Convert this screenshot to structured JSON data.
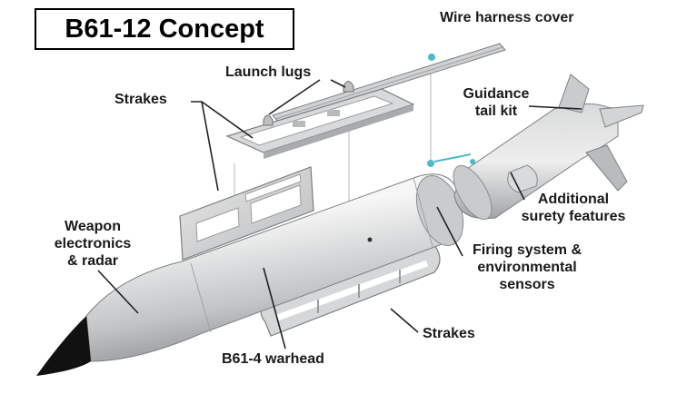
{
  "title": "B61-12 Concept",
  "labels": {
    "wire_harness_cover": "Wire harness cover",
    "launch_lugs": "Launch lugs",
    "strakes_top": "Strakes",
    "guidance_tail_kit": [
      "Guidance",
      "tail kit"
    ],
    "additional_surety": [
      "Additional",
      "surety features"
    ],
    "weapon_electronics": [
      "Weapon",
      "electronics",
      "& radar"
    ],
    "firing_system": [
      "Firing system &",
      "environmental",
      "sensors"
    ],
    "strakes_bottom": "Strakes",
    "warhead": "B61-4 warhead"
  },
  "colors": {
    "body_light": "#f2f2f2",
    "body_mid": "#c4c6c8",
    "body_dark": "#8e9093",
    "nose_tip": "#111111",
    "accent_teal": "#4fb9c9",
    "leader": "#222222"
  }
}
